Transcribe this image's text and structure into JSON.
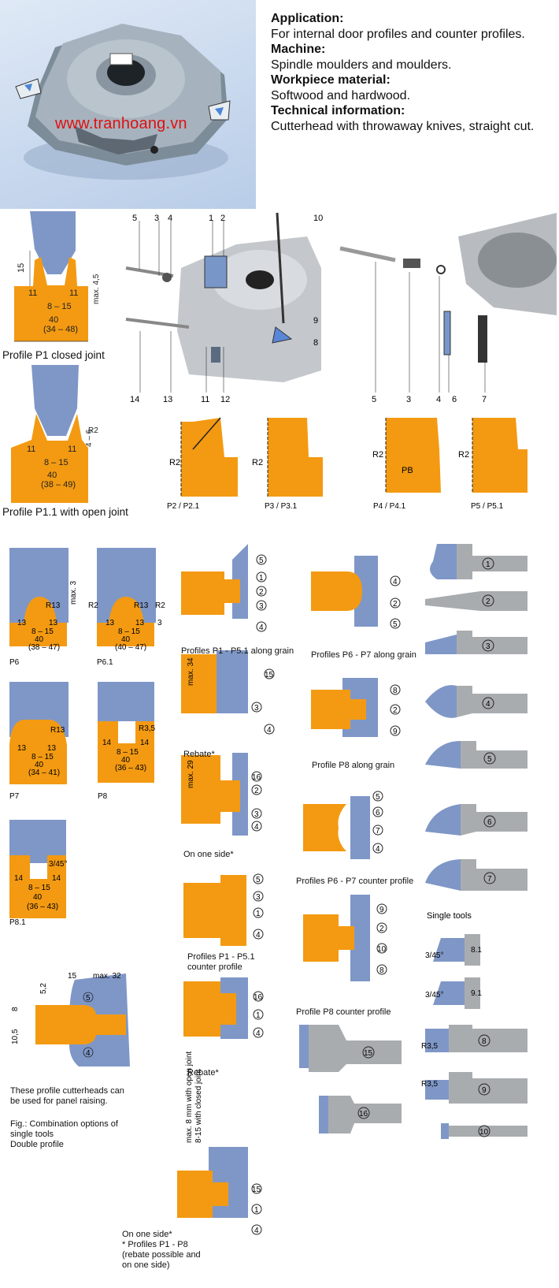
{
  "watermark": "www.tranhoang.vn",
  "info": {
    "application_h": "Application:",
    "application": "For internal door profiles and counter profiles.",
    "machine_h": "Machine:",
    "machine": "Spindle moulders and moulders.",
    "material_h": "Workpiece material:",
    "material": "Softwood and hardwood.",
    "tech_h": "Technical information:",
    "tech": "Cutterhead with throwaway knives, straight cut."
  },
  "colors": {
    "orange": "#f39a12",
    "blue": "#7f97c7",
    "grey": "#a9acaf",
    "hero_bg": "#c9d9ee",
    "watermark": "#e01010"
  },
  "captions": {
    "p1": "Profile P1 closed joint",
    "p11": "Profile P1.1 with open joint",
    "p6": "P6",
    "p61": "P6.1",
    "p7": "P7",
    "p8": "P8",
    "p81": "P8.1",
    "along1": "Profiles P1 - P5.1 along grain",
    "along2": "Profiles P6 - P7 along grain",
    "rebate1": "Rebate*",
    "p8along": "Profile P8 along grain",
    "oneside1": "On one side*",
    "counter2": "Profiles P6 - P7 counter profile",
    "counter1a": "Profiles P1 - P5.1",
    "counter1b": "counter profile",
    "single": "Single tools",
    "p8counter": "Profile P8 counter profile",
    "rebate2": "Rebate*",
    "panel1": "These profile cutterheads can",
    "panel2": "be used for panel raising.",
    "fig1": "Fig.: Combination options of",
    "fig2": "single tools",
    "fig3": "Double profile",
    "oneside2": "On one side*",
    "note1": "* Profiles P1 - P8",
    "note2": "(rebate possible and",
    "note3": "on one side)",
    "p22": "P2 / P2.1",
    "p33": "P3 / P3.1",
    "p44": "P4 / P4.1",
    "p55": "P5 / P5.1",
    "vert1": "max. 8 mm with open joint",
    "vert2": "8-15 with closed joint"
  },
  "dims": {
    "d15": "15",
    "d11": "11",
    "d815": "8 – 15",
    "d40": "40",
    "d3448": "(34 – 48)",
    "dmax45": "max. 4,5",
    "dR2": "R2",
    "d46": "4 – 6",
    "d3849": "(38 – 49)",
    "dR13": "R13",
    "d13": "13",
    "d3847": "(38 – 47)",
    "d4047": "(40 – 47)",
    "dmax3": "max. 3",
    "d3": "3",
    "d3441": "(34 – 41)",
    "dR35": "R3,5",
    "d14": "14",
    "d3643": "(36 – 43)",
    "d345": "3/45°",
    "dPB": "PB",
    "dmax34": "max. 34",
    "dmax29": "max. 29",
    "dmax32": "max. 32",
    "d52": "5,2",
    "d8": "8",
    "d105": "10,5",
    "dR35b": "R3,5"
  },
  "parts": {
    "top_left": [
      "5",
      "3",
      "4",
      "1",
      "2",
      "10"
    ],
    "bottom_left": [
      "14",
      "13",
      "11",
      "12"
    ],
    "side_left": [
      "9",
      "8"
    ],
    "right": [
      "5",
      "3",
      "4",
      "6",
      "7"
    ]
  },
  "markers": {
    "along1": [
      "5",
      "1",
      "2",
      "3",
      "4"
    ],
    "rebate1": [
      "15",
      "3",
      "4"
    ],
    "oneside1": [
      "16",
      "2",
      "3",
      "4"
    ],
    "counter1": [
      "5",
      "3",
      "1",
      "4"
    ],
    "rebate2": [
      "16",
      "1",
      "4"
    ],
    "oneside2": [
      "15",
      "1",
      "4"
    ],
    "along2": [
      "4",
      "2",
      "5"
    ],
    "p8along": [
      "8",
      "2",
      "9"
    ],
    "counter2": [
      "5",
      "6",
      "7",
      "4"
    ],
    "p8counter": [
      "9",
      "2",
      "10",
      "8"
    ],
    "single": [
      "1",
      "2",
      "3",
      "4",
      "5",
      "6",
      "7",
      "8.1",
      "9.1",
      "8",
      "9",
      "10"
    ],
    "bottom_tools": [
      "15",
      "16"
    ],
    "double": [
      "5",
      "4"
    ]
  }
}
